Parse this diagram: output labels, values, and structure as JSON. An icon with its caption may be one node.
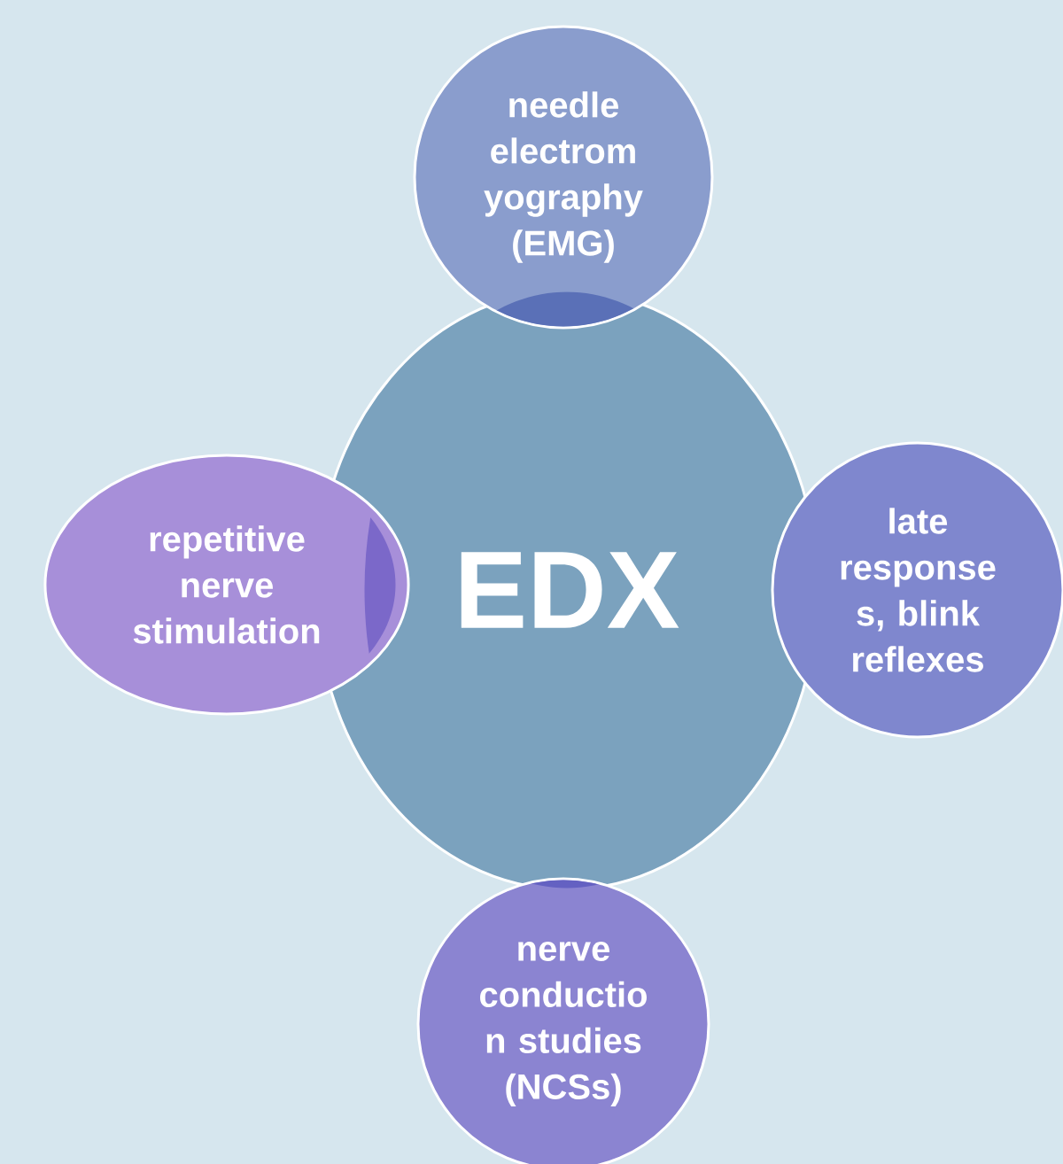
{
  "diagram": {
    "nodes": [
      {
        "text": [
          "EDX"
        ]
      },
      {
        "text": [
          "needle electrom yography (EMG)"
        ]
      },
      {
        "text": [
          "repetitive nerve stimulation"
        ]
      },
      {
        "text": [
          "late response s, blink reflexes"
        ]
      },
      {
        "text": [
          "nerve conductio n studies (NCSs)"
        ]
      }
    ]
  }
}
